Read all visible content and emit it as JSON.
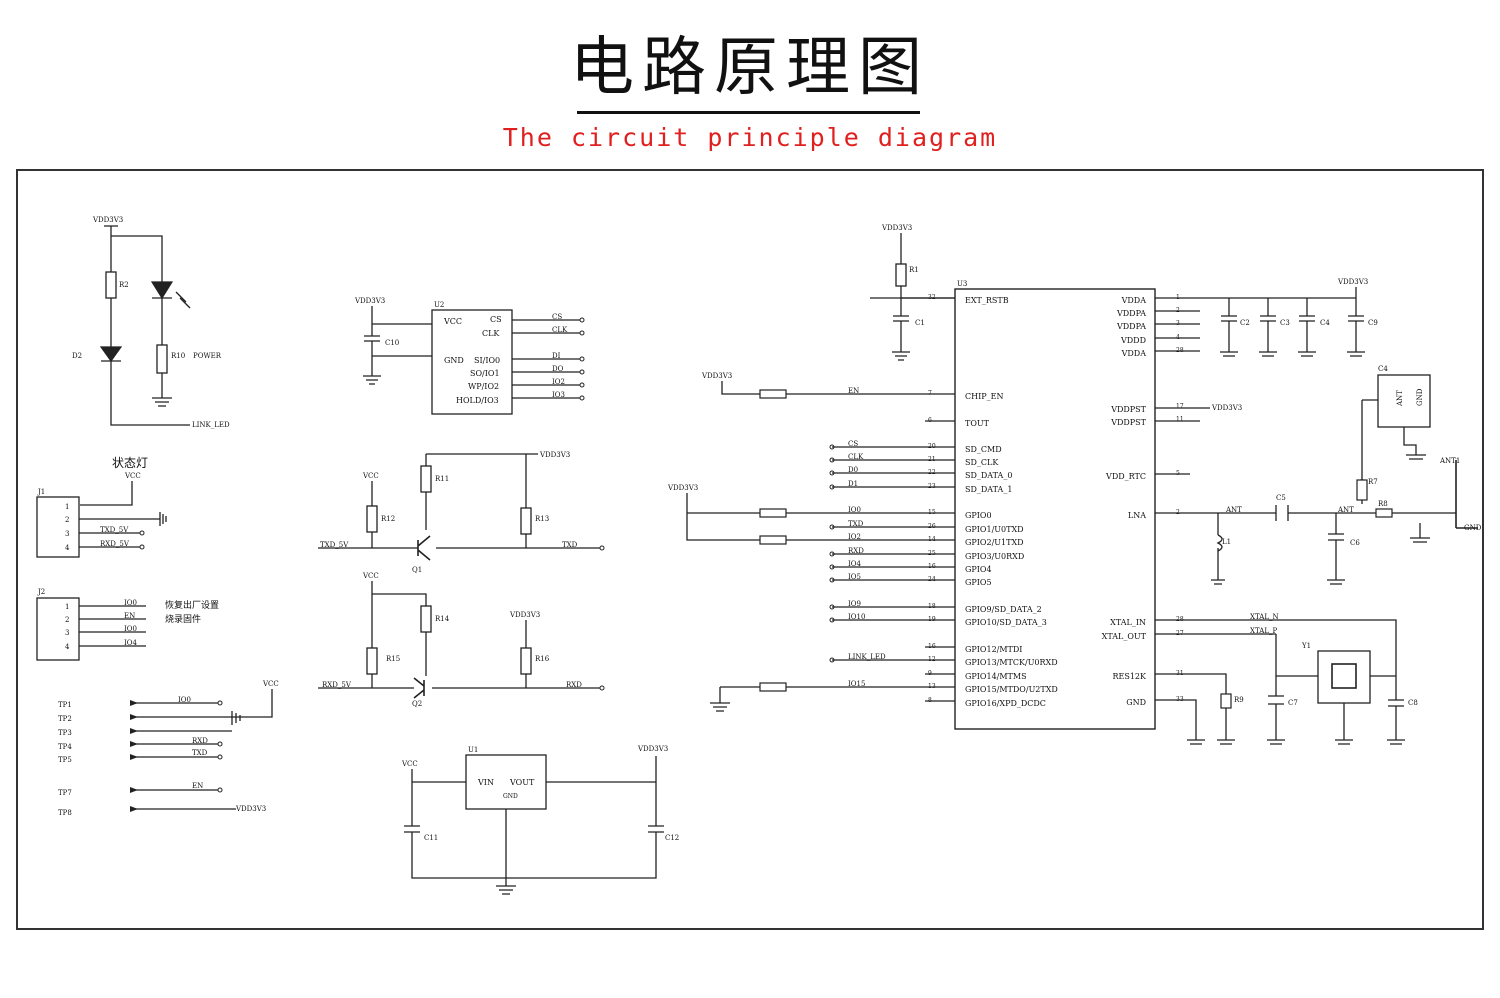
{
  "header": {
    "title_cn": "电路原理图",
    "title_en": "The circuit principle diagram"
  },
  "nets": {
    "vdd3v3": "VDD3V3",
    "vcc": "VCC",
    "gnd": "GND",
    "lnk_led": "LINK_LED",
    "txd": "TXD",
    "rxd": "RXD",
    "txd_5v": "TXD_5V",
    "rxd_5v": "RXD_5V",
    "xtal_n": "XTAL_N",
    "xtal_p": "XTAL_P",
    "ant": "ANT"
  },
  "parts": {
    "r2": "R2",
    "d2": "D2",
    "d_power": "POWER",
    "r10": "R10",
    "status_led_cn": "状态灯",
    "j1": "J1",
    "j2": "J2",
    "j2_note_1": "恢复出厂设置",
    "j2_note_2": "烧录固件",
    "u2": "U2",
    "c10": "C10",
    "r11": "R11",
    "r12": "R12",
    "r13": "R13",
    "r14": "R14",
    "r15": "R15",
    "r16": "R16",
    "q1": "Q1",
    "q2": "Q2",
    "u1": "U1",
    "c11": "C11",
    "c12": "C12",
    "u3": "U3",
    "r1": "R1",
    "c1": "C1",
    "c2": "C2",
    "c3": "C3",
    "c4": "C4",
    "c5": "C5",
    "c6": "C6",
    "c7": "C7",
    "c8": "C8",
    "c9": "C9",
    "r7": "R7",
    "r8": "R8",
    "r9": "R9",
    "l1": "L1",
    "y1": "Y1",
    "ant1": "ANT1",
    "c4_box": "C4"
  },
  "flash_pins": {
    "left": [
      "VCC",
      "GND"
    ],
    "right": [
      "CS",
      "CLK",
      "SI/IO0",
      "SO/IO1",
      "WP/IO2",
      "HOLD/IO3"
    ],
    "nets": [
      "CS",
      "CLK",
      "DI",
      "DO",
      "IO2",
      "IO3"
    ]
  },
  "ldo_pins": {
    "vin": "VIN",
    "vout": "VOUT",
    "gnd": "GND"
  },
  "chip_left_pins": [
    "EXT_RSTB",
    "CHIP_EN",
    "TOUT",
    "SD_CMD",
    "SD_CLK",
    "SD_DATA_0",
    "SD_DATA_1",
    "GPIO0",
    "GPIO1/U0TXD",
    "GPIO2/U1TXD",
    "GPIO3/U0RXD",
    "GPIO4",
    "GPIO5",
    "GPIO9/SD_DATA_2",
    "GPIO10/SD_DATA_3",
    "GPIO12/MTDI",
    "GPIO13/MTCK/U0RXD",
    "GPIO14/MTMS",
    "GPIO15/MTDO/U2TXD",
    "GPIO16/XPD_DCDC"
  ],
  "chip_right_pins": [
    "VDDA",
    "VDDPA",
    "VDDPA",
    "VDDD",
    "VDDA",
    "VDDPST",
    "VDDPST",
    "VDD_RTC",
    "LNA",
    "XTAL_IN",
    "XTAL_OUT",
    "RES12K",
    "GND"
  ],
  "chip_left_nets": [
    "CS",
    "CLK",
    "D0",
    "D1",
    "IO0",
    "TXD",
    "IO2",
    "RXD",
    "IO4",
    "IO5",
    "IO9",
    "IO10",
    "LINK_LED",
    "IO15"
  ],
  "testpoints": [
    "TP1",
    "TP2",
    "TP3",
    "TP4",
    "TP5",
    "TP7",
    "TP8"
  ],
  "tp_nets": [
    "IO0",
    "RXD",
    "TXD",
    "EN"
  ],
  "j1_nets": [
    "TXD_5V",
    "RXD_5V"
  ],
  "j2_nets": [
    "IO0",
    "EN",
    "IO0",
    "IO4"
  ],
  "misc": {
    "en": "EN",
    "io15": "IO15",
    "io0": "IO0",
    "ant_pin": "1",
    "gnd_pin": "GND",
    "ant_pin2": "ANT"
  }
}
